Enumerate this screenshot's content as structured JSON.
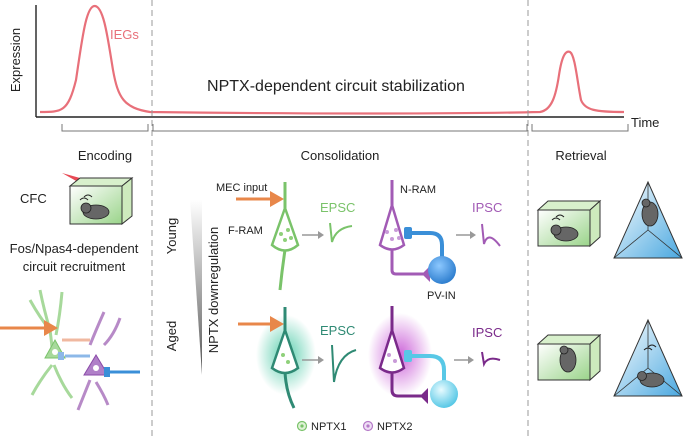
{
  "timeline": {
    "y_label": "Expression",
    "x_label": "Time",
    "curve_label": "IEGs",
    "center_label": "NPTX-dependent circuit stabilization",
    "phases": [
      "Encoding",
      "Consolidation",
      "Retrieval"
    ]
  },
  "encoding": {
    "cfc_label": "CFC",
    "recruitment_line1": "Fos/Npas4-dependent",
    "recruitment_line2": "circuit recruitment"
  },
  "consolidation": {
    "young_label": "Young",
    "aged_label": "Aged",
    "downregulation_label": "NPTX downregulation",
    "mec_input_label": "MEC input",
    "f_ram_label": "F-RAM",
    "n_ram_label": "N-RAM",
    "pv_in_label": "PV-IN",
    "epsc_label": "EPSC",
    "ipsc_label": "IPSC"
  },
  "legend": {
    "nptx1_label": "NPTX1",
    "nptx2_label": "NPTX2"
  },
  "colors": {
    "ieg_red": "#e8707a",
    "input_orange": "#e8874a",
    "young_green": "#7ac36a",
    "aged_green": "#2f8a74",
    "young_purple": "#a25bb5",
    "aged_purple": "#7a2a8a",
    "pv_blue": "#3a8fd8",
    "aged_pv_blue": "#58c8e6"
  }
}
